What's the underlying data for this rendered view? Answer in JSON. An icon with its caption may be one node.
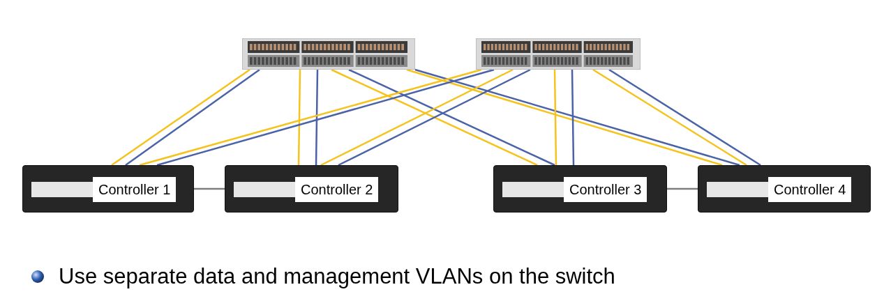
{
  "diagram": {
    "nodes": [
      {
        "text": [],
        "shape": "picture"
      },
      {
        "text": [],
        "shape": "picture"
      },
      {
        "text": [
          "Controller 1"
        ]
      },
      {
        "text": [
          "Controller 2"
        ]
      },
      {
        "text": [
          "Controller 3"
        ]
      },
      {
        "text": [
          "Controller 4"
        ]
      }
    ],
    "edges": [
      {
        "from": 0,
        "to": 2,
        "arrow": "none",
        "color": "#f5c31c"
      },
      {
        "from": 0,
        "to": 2,
        "arrow": "none",
        "color": "#4a62a8"
      },
      {
        "from": 0,
        "to": 3,
        "arrow": "none",
        "color": "#f5c31c"
      },
      {
        "from": 0,
        "to": 3,
        "arrow": "none",
        "color": "#4a62a8"
      },
      {
        "from": 0,
        "to": 4,
        "arrow": "none",
        "color": "#f5c31c"
      },
      {
        "from": 0,
        "to": 4,
        "arrow": "none",
        "color": "#4a62a8"
      },
      {
        "from": 0,
        "to": 5,
        "arrow": "none",
        "color": "#f5c31c"
      },
      {
        "from": 0,
        "to": 5,
        "arrow": "none",
        "color": "#4a62a8"
      },
      {
        "from": 1,
        "to": 2,
        "arrow": "none",
        "color": "#f5c31c"
      },
      {
        "from": 1,
        "to": 2,
        "arrow": "none",
        "color": "#4a62a8"
      },
      {
        "from": 1,
        "to": 3,
        "arrow": "none",
        "color": "#f5c31c"
      },
      {
        "from": 1,
        "to": 3,
        "arrow": "none",
        "color": "#4a62a8"
      },
      {
        "from": 1,
        "to": 4,
        "arrow": "none",
        "color": "#f5c31c"
      },
      {
        "from": 1,
        "to": 4,
        "arrow": "none",
        "color": "#4a62a8"
      },
      {
        "from": 1,
        "to": 5,
        "arrow": "none",
        "color": "#f5c31c"
      },
      {
        "from": 1,
        "to": 5,
        "arrow": "none",
        "color": "#4a62a8"
      },
      {
        "from": 2,
        "to": 3,
        "arrow": "none",
        "color": "#7f7f7f"
      },
      {
        "from": 4,
        "to": 5,
        "arrow": "none",
        "color": "#7f7f7f"
      }
    ],
    "labels": [
      "Use separate data and management VLANs on the switch"
    ]
  }
}
